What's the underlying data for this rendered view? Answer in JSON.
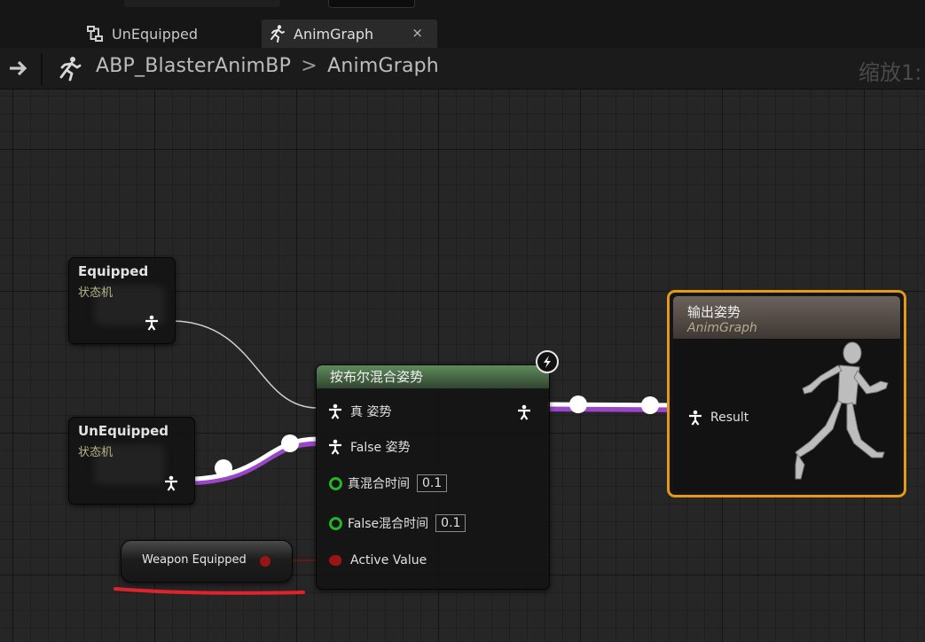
{
  "tabs": [
    {
      "label": "UnEquipped",
      "icon": "state-machine-icon",
      "active": false
    },
    {
      "label": "AnimGraph",
      "icon": "running-man-icon",
      "active": true,
      "close": "×"
    }
  ],
  "breadcrumb": {
    "blueprint": "ABP_BlasterAnimBP",
    "separator": ">",
    "graph": "AnimGraph",
    "zoom": "缩放1:"
  },
  "nodes": {
    "equipped": {
      "title": "Equipped",
      "subtitle": "状态机"
    },
    "unequipped": {
      "title": "UnEquipped",
      "subtitle": "状态机"
    },
    "blend": {
      "title": "按布尔混合姿势",
      "true_pose": "真 姿势",
      "false_pose": "False 姿势",
      "true_blend_label": "真混合时间",
      "true_blend_value": "0.1",
      "false_blend_label": "False混合时间",
      "false_blend_value": "0.1",
      "active_value": "Active Value"
    },
    "output": {
      "title": "输出姿势",
      "subtitle": "AnimGraph",
      "result": "Result"
    },
    "variable": {
      "label": "Weapon Equipped"
    }
  },
  "colors": {
    "output_border": "#e49a17",
    "blend_header": "#5f8a5c",
    "bool_pin": "#9a1414",
    "float_pin": "#27b327",
    "exec_wire_accent": "#9b45c9",
    "annotation": "#e0222a"
  }
}
